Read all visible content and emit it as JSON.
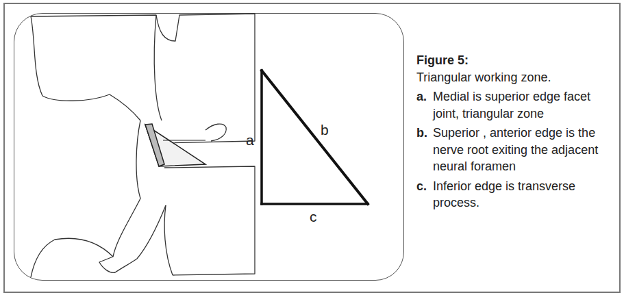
{
  "diagram": {
    "title": "Figure 5:",
    "labels": [
      "Triangular working zone.",
      "a.",
      "Medial is superior edge facet joint, triangular zone",
      "b.",
      "Superior , anterior edge is the nerve root exiting the adjacent neural foramen",
      "c.",
      "Inferior edge is transverse process.",
      "a",
      "b",
      "c"
    ]
  }
}
